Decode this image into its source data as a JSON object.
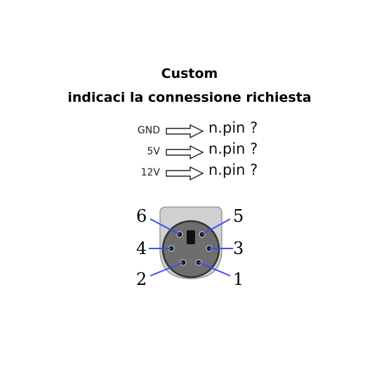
{
  "heading": {
    "line1": "Custom",
    "line2": "indicaci la connessione richiesta"
  },
  "rows": [
    {
      "label": "GND",
      "value": "n.pin ?"
    },
    {
      "label": "5V",
      "value": "n.pin ?"
    },
    {
      "label": "12V",
      "value": "n.pin ?"
    }
  ],
  "pins": [
    "1",
    "2",
    "3",
    "4",
    "5",
    "6"
  ],
  "colors": {
    "leader_line": "#3b4cff",
    "connector_body": "#6e6e6e",
    "connector_shell": "#c8c8c8"
  }
}
